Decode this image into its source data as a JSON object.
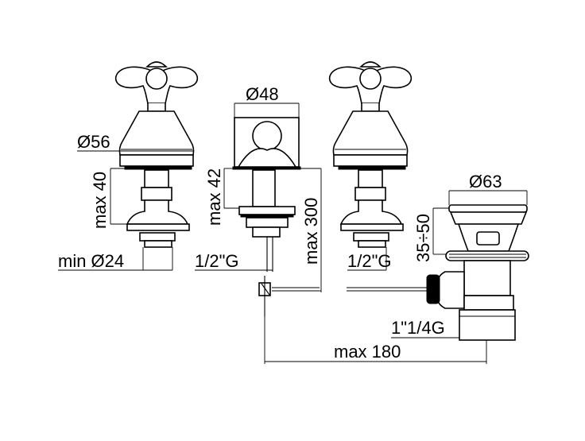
{
  "dimensions": {
    "spout_diameter": "Ø48",
    "valve_body_diameter": "Ø56",
    "valve_height": "max 40",
    "spout_height": "max 42",
    "spout_length": "max 300",
    "waste_diameter": "Ø63",
    "waste_stroke": "35÷50",
    "hole_diameter": "min Ø24",
    "thread_left": "1/2\"G",
    "thread_right": "1/2\"G",
    "waste_thread": "1\"1/4G",
    "pull_rod_length": "max 180"
  }
}
